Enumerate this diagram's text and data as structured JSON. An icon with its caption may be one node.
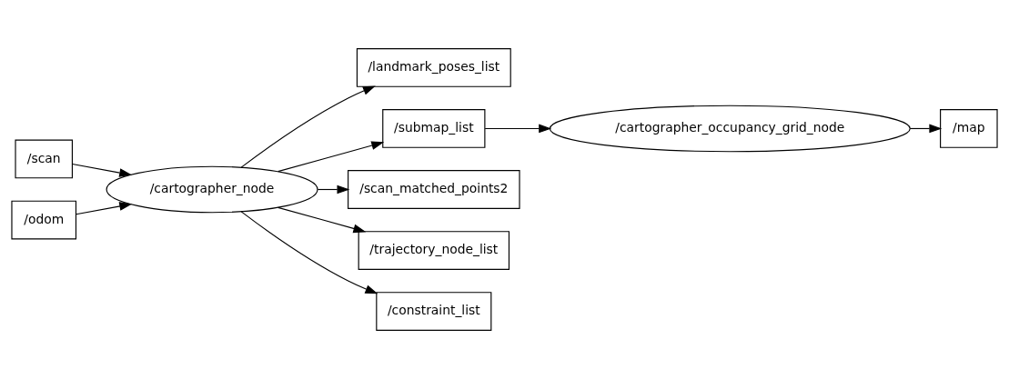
{
  "diagram": {
    "nodes": [
      {
        "text": [
          "/scan"
        ]
      },
      {
        "text": [
          "/odom"
        ]
      },
      {
        "text": [
          "/cartographer_node"
        ]
      },
      {
        "text": [
          "/landmark_poses_list"
        ]
      },
      {
        "text": [
          "/submap_list"
        ]
      },
      {
        "text": [
          "/scan_matched_points2"
        ]
      },
      {
        "text": [
          "/trajectory_node_list"
        ]
      },
      {
        "text": [
          "/constraint_list"
        ]
      },
      {
        "text": [
          "/cartographer_occupancy_grid_node"
        ]
      },
      {
        "text": [
          "/map"
        ]
      }
    ],
    "edges": [
      {
        "from": 0,
        "to": 2,
        "arrow": "to"
      },
      {
        "from": 1,
        "to": 2,
        "arrow": "to"
      },
      {
        "from": 2,
        "to": 3,
        "arrow": "to"
      },
      {
        "from": 2,
        "to": 4,
        "arrow": "to"
      },
      {
        "from": 2,
        "to": 5,
        "arrow": "to"
      },
      {
        "from": 2,
        "to": 6,
        "arrow": "to"
      },
      {
        "from": 2,
        "to": 7,
        "arrow": "to"
      },
      {
        "from": 4,
        "to": 8,
        "arrow": "to"
      },
      {
        "from": 8,
        "to": 9,
        "arrow": "to"
      }
    ]
  }
}
